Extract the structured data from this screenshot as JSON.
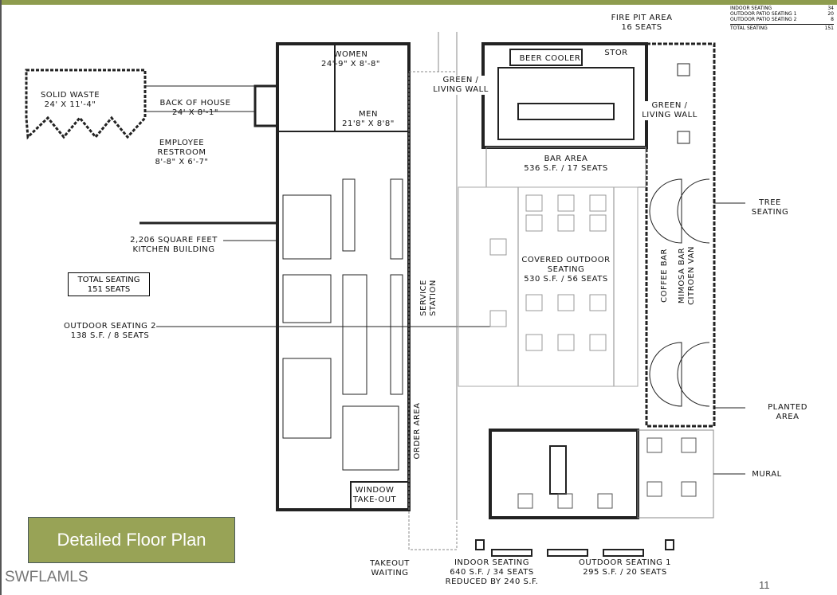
{
  "slide": {
    "title": "Detailed Floor Plan",
    "watermark": "SWFLAMLS",
    "page_number": "11",
    "accent_color": "#98a356"
  },
  "legend": {
    "rows": [
      {
        "label": "INDOOR SEATING",
        "value": "34"
      },
      {
        "label": "OUTDOOR PATIO SEATING 1",
        "value": "20"
      },
      {
        "label": "OUTDOOR PATIO SEATING 2",
        "value": "8"
      }
    ],
    "total": {
      "label": "TOTAL SEATING",
      "value": "151"
    }
  },
  "labels": {
    "fire_pit": "FIRE PIT AREA\n16 SEATS",
    "women": "WOMEN\n24'-9\" X 8'-8\"",
    "beer_cooler": "BEER COOLER",
    "stor": "STOR",
    "solid_waste": "SOLID WASTE\n24' X 11'-4\"",
    "green_wall_1": "GREEN /\nLIVING WALL",
    "back_of_house": "BACK OF HOUSE\n24' X 8'-1\"",
    "men": "MEN\n21'8\" X 8'8\"",
    "green_wall_2": "GREEN /\nLIVING WALL",
    "employee_restroom": "EMPLOYEE\nRESTROOM\n8'-8\" X 6'-7\"",
    "bar_area": "BAR AREA\n536 S.F. / 17 SEATS",
    "tree_seating": "TREE\nSEATING",
    "kitchen": "2,206 SQUARE FEET\nKITCHEN BUILDING",
    "covered_outdoor": "COVERED OUTDOOR\nSEATING\n530 S.F. / 56 SEATS",
    "coffee_bar": "COFFEE BAR",
    "mimosa_bar": "MIMOSA BAR\nCITROEN VAN",
    "total_seating": "TOTAL SEATING\n151 SEATS",
    "service_station": "SERVICE\nSTATION",
    "outdoor_2": "OUTDOOR SEATING 2\n138 S.F. / 8 SEATS",
    "planted_area": "PLANTED AREA",
    "order_area": "ORDER AREA",
    "mural": "MURAL",
    "window_takeout": "WINDOW\nTAKE-OUT",
    "takeout_waiting": "TAKEOUT\nWAITING",
    "indoor_seating": "INDOOR SEATING\n640 S.F. / 34 SEATS\nREDUCED BY 240 S.F.",
    "outdoor_1": "OUTDOOR SEATING 1\n295 S.F. / 20 SEATS"
  }
}
